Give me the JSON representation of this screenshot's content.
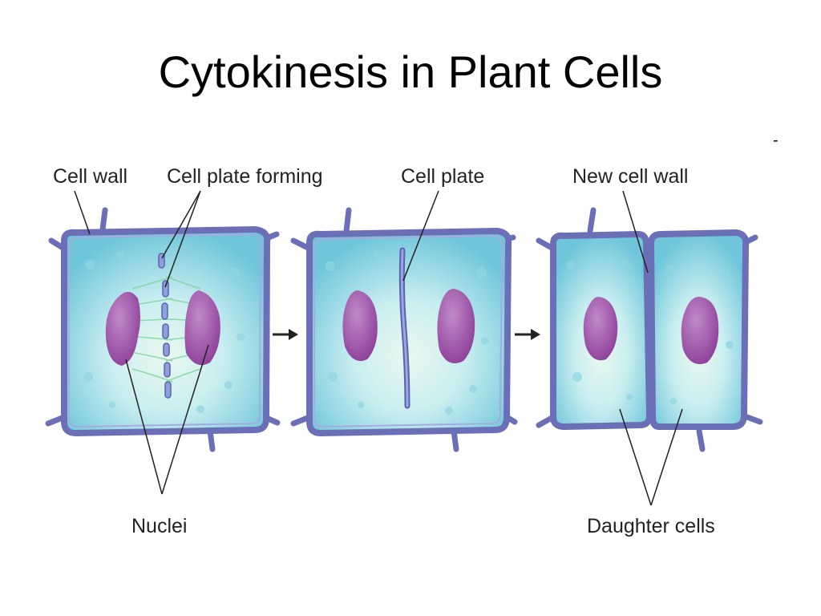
{
  "title": "Cytokinesis in Plant Cells",
  "corner_mark": "-",
  "labels": {
    "cell_wall": "Cell wall",
    "cell_plate_forming": "Cell plate forming",
    "cell_plate": "Cell plate",
    "new_cell_wall": "New cell wall",
    "nuclei": "Nuclei",
    "daughter_cells": "Daughter cells"
  },
  "colors": {
    "cell_wall": "#6b6fb8",
    "cytoplasm": "#7ccfdf",
    "cytoplasm_center": "#e6f7ee",
    "nucleus": "#9c4fa6",
    "spindle": "#7fd6a0"
  }
}
